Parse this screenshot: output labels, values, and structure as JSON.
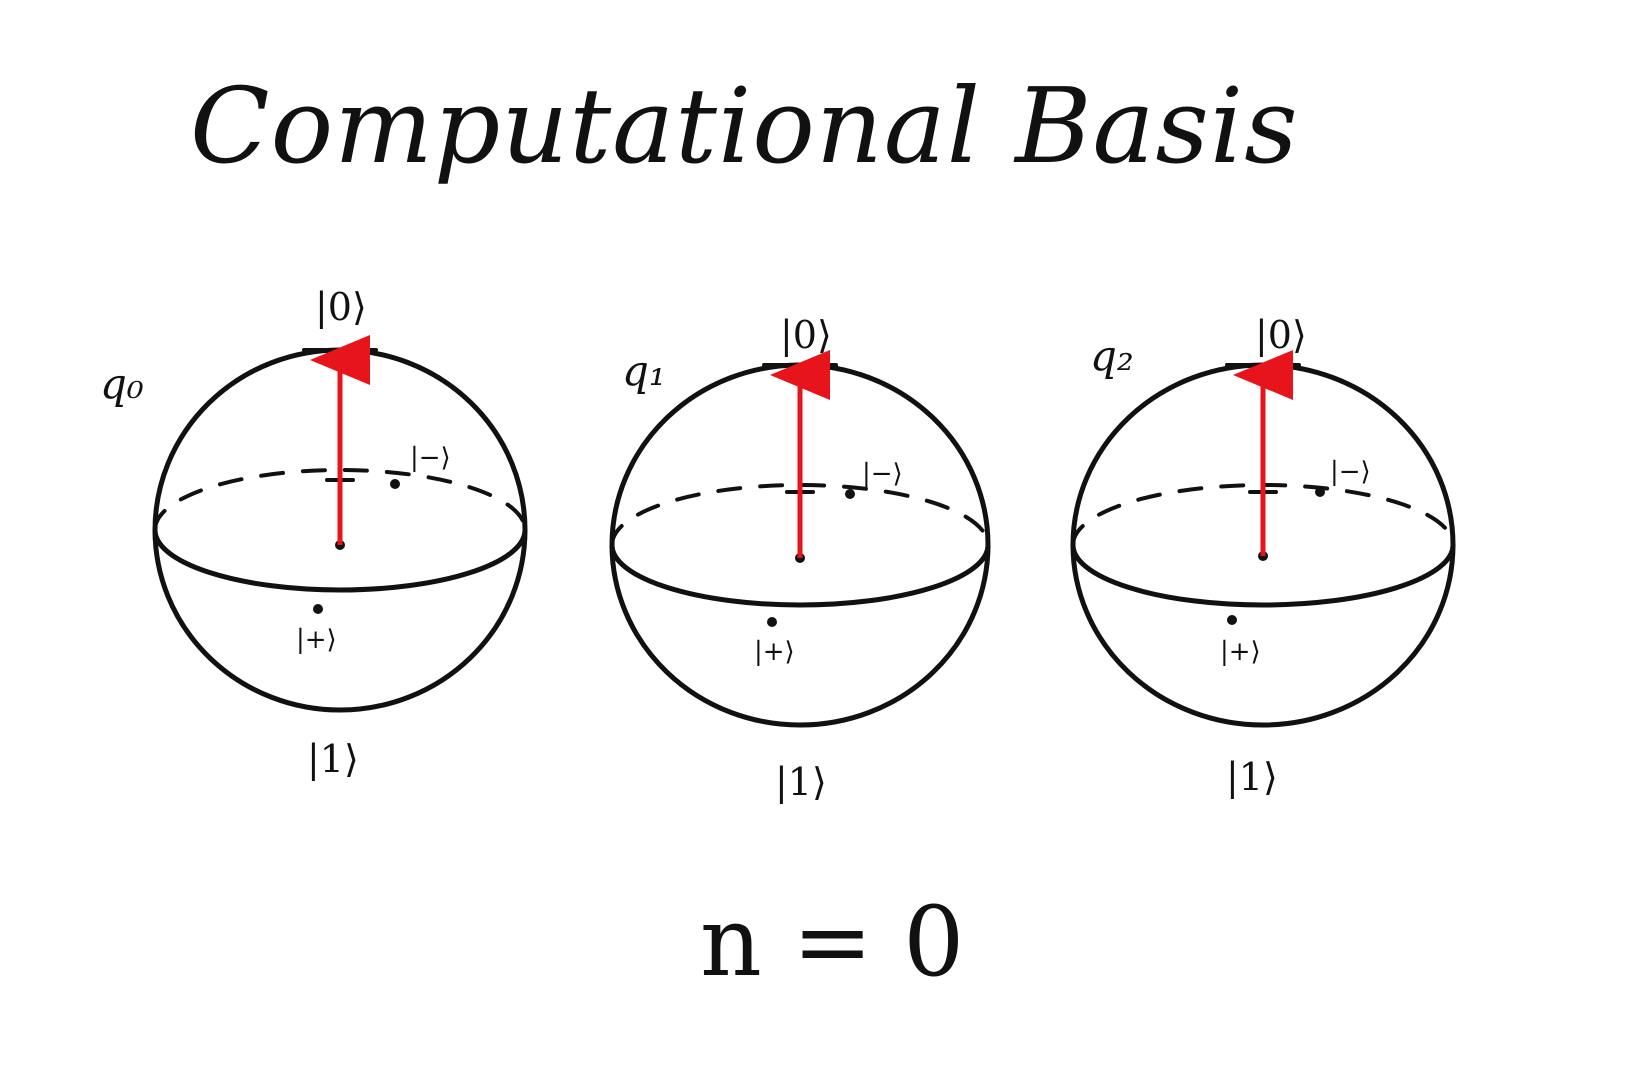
{
  "title": "Computational Basis",
  "equation": "n = 0",
  "colors": {
    "ink": "#111111",
    "state_vector": "#e8141c",
    "background": "#ffffff"
  },
  "qubits": [
    {
      "label": "q₀",
      "north_label": "|0⟩",
      "south_label": "|1⟩",
      "plus_label": "|+⟩",
      "minus_label": "|−⟩",
      "state": "|0⟩"
    },
    {
      "label": "q₁",
      "north_label": "|0⟩",
      "south_label": "|1⟩",
      "plus_label": "|+⟩",
      "minus_label": "|−⟩",
      "state": "|0⟩"
    },
    {
      "label": "q₂",
      "north_label": "|0⟩",
      "south_label": "|1⟩",
      "plus_label": "|+⟩",
      "minus_label": "|−⟩",
      "state": "|0⟩"
    }
  ]
}
